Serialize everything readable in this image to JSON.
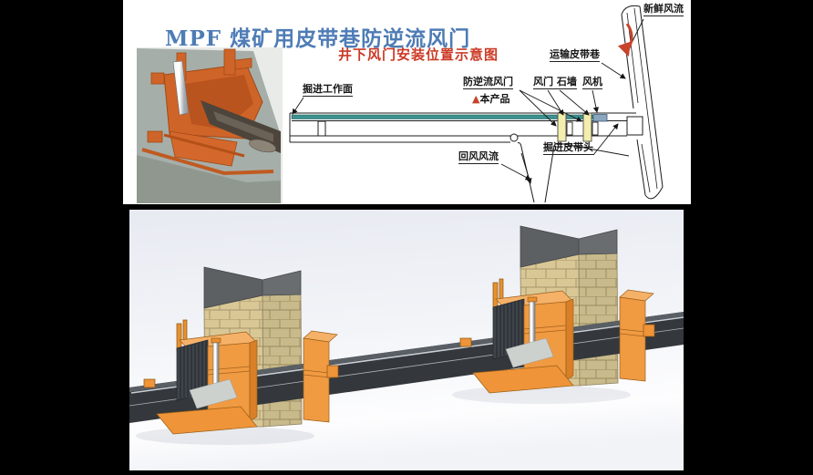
{
  "page": {
    "background": "#000000"
  },
  "top_panel": {
    "title": "MPF 煤矿用皮带巷防逆流风门",
    "subtitle": "井下风门安装位置示意图",
    "schematic_labels": {
      "fresh_air": "新鲜风流",
      "transport_belt_roadway": "运输皮带巷",
      "excavation_face": "掘进工作面",
      "anti_backflow_door": "防逆流风门",
      "this_product_marker": "▲",
      "this_product": "本产品",
      "door_stone_wall": "风门 石墙",
      "fan": "风机",
      "return_air": "回风风流",
      "excavation_belt_head": "掘进皮带头"
    },
    "colors": {
      "title_blue": "#4e7cb5",
      "subtitle_red": "#cc3a26",
      "belt_teal": "#3c918d",
      "stone_wall_yellow": "#f3edae",
      "fan_blue": "#8aa6be",
      "flow_arrow_red": "#c8432a",
      "photo_device_orange": "#d4682c"
    }
  },
  "render_panel": {
    "colors": {
      "device_orange": "#f09a42",
      "brick_tan": "#d9c795",
      "conveyor_dark": "#34383c",
      "pillar_cap_gray": "#5d6063"
    }
  }
}
